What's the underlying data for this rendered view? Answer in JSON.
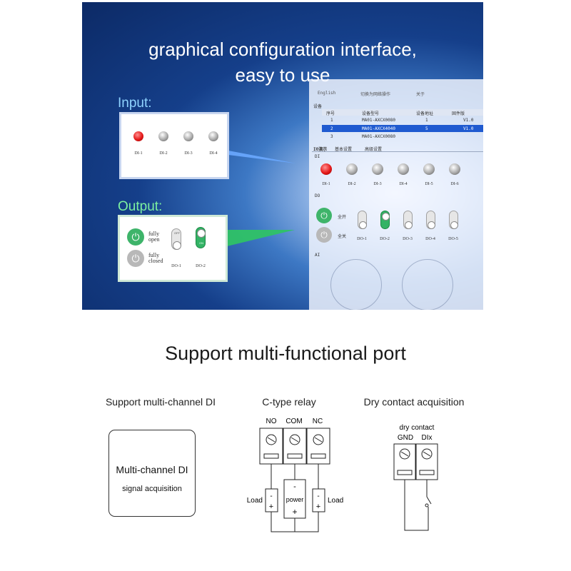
{
  "banner": {
    "title_line1": "graphical configuration interface,",
    "title_line2": "easy to use",
    "input_label": "Input:",
    "output_label": "Output:",
    "input_panel": {
      "leds": [
        {
          "label": "DI-1",
          "state": "on"
        },
        {
          "label": "DI-2",
          "state": "off"
        },
        {
          "label": "DI-3",
          "state": "off"
        },
        {
          "label": "DI-4",
          "state": "off"
        }
      ]
    },
    "output_panel": {
      "open_label": "fully open",
      "closed_label": "fully closed",
      "switches": [
        {
          "label": "DO-1",
          "state": "OFF"
        },
        {
          "label": "DO-2",
          "state": "ON"
        }
      ]
    },
    "screenshot": {
      "top_bar": [
        "English",
        "切换为网络操作",
        "关于"
      ],
      "device_label": "设备",
      "table_headers": [
        "序号",
        "设备型号",
        "设备地址",
        "固件版"
      ],
      "table_rows": [
        [
          "1",
          "MA01-AXCX0080",
          "1",
          "V1.0"
        ],
        [
          "2",
          "MA01-AXCX4040",
          "5",
          "V1.0"
        ],
        [
          "3",
          "MA01-AXCX0080",
          "",
          ""
        ]
      ],
      "tabs": [
        "IO演示",
        "基本设置",
        "高级设置"
      ],
      "di_label": "DI",
      "di_leds": [
        "DI-1",
        "DI-2",
        "DI-3",
        "DI-4",
        "DI-5",
        "DI-6"
      ],
      "do_label": "DO",
      "all_open": "全开",
      "all_close": "全关",
      "do_switches": [
        "DO-1",
        "DO-2",
        "DO-3",
        "DO-4",
        "DO-5"
      ],
      "ai_label": "AI"
    },
    "colors": {
      "input_label": "#8fd3ff",
      "output_label": "#7cf0a0",
      "led_on": "#e51919",
      "switch_on": "#33b365"
    }
  },
  "section_title": "Support multi-functional port",
  "columns": {
    "di": {
      "title": "Support multi-channel DI",
      "box_main": "Multi-channel DI",
      "box_sub": "signal acquisition"
    },
    "relay": {
      "title": "C-type relay",
      "terminals": [
        "NO",
        "COM",
        "NC"
      ],
      "load_left": "Load",
      "load_right": "Load",
      "power": "power",
      "minus": "-",
      "plus": "+"
    },
    "dry": {
      "title": "Dry contact acquisition",
      "caption": "dry contact",
      "terminals": [
        "GND",
        "DIx"
      ]
    }
  }
}
